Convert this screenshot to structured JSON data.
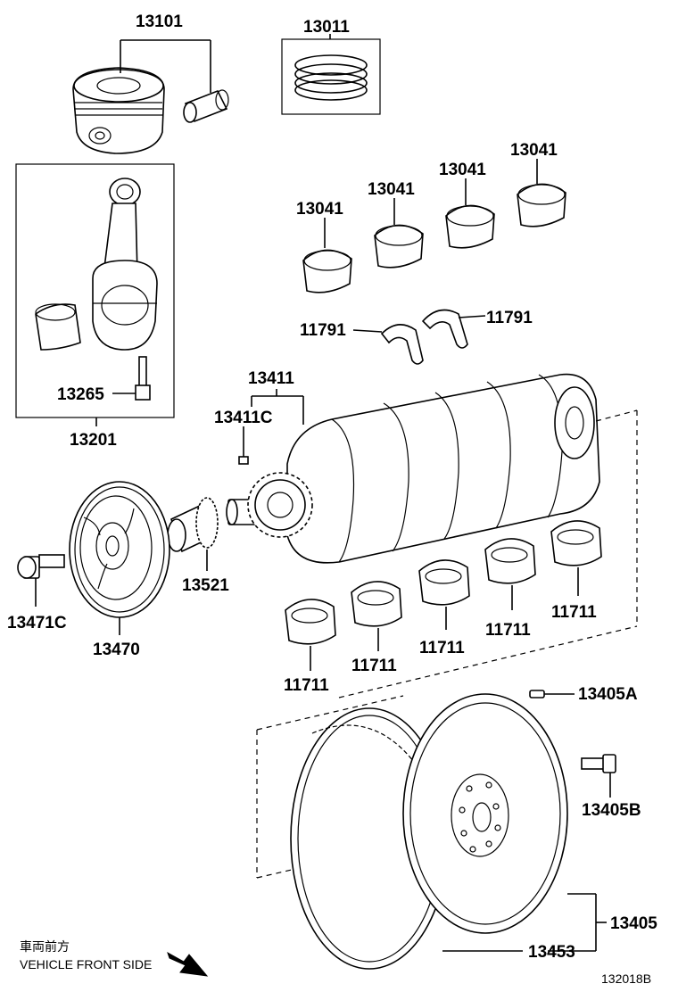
{
  "labels": {
    "p13101": "13101",
    "p13011": "13011",
    "p13041_a": "13041",
    "p13041_b": "13041",
    "p13041_c": "13041",
    "p13041_d": "13041",
    "p11791_l": "11791",
    "p11791_r": "11791",
    "p13265": "13265",
    "p13201": "13201",
    "p13411": "13411",
    "p13411c": "13411C",
    "p13521": "13521",
    "p13471c": "13471C",
    "p13470": "13470",
    "p11711_a": "11711",
    "p11711_b": "11711",
    "p11711_c": "11711",
    "p11711_d": "11711",
    "p11711_e": "11711",
    "p13405a": "13405A",
    "p13405b": "13405B",
    "p13405": "13405",
    "p13453": "13453"
  },
  "legend": {
    "jp": "車両前方",
    "en": "VEHICLE FRONT SIDE"
  },
  "figure_code": "132018B",
  "icons": {
    "front_arrow": "arrow-down-right-icon"
  }
}
